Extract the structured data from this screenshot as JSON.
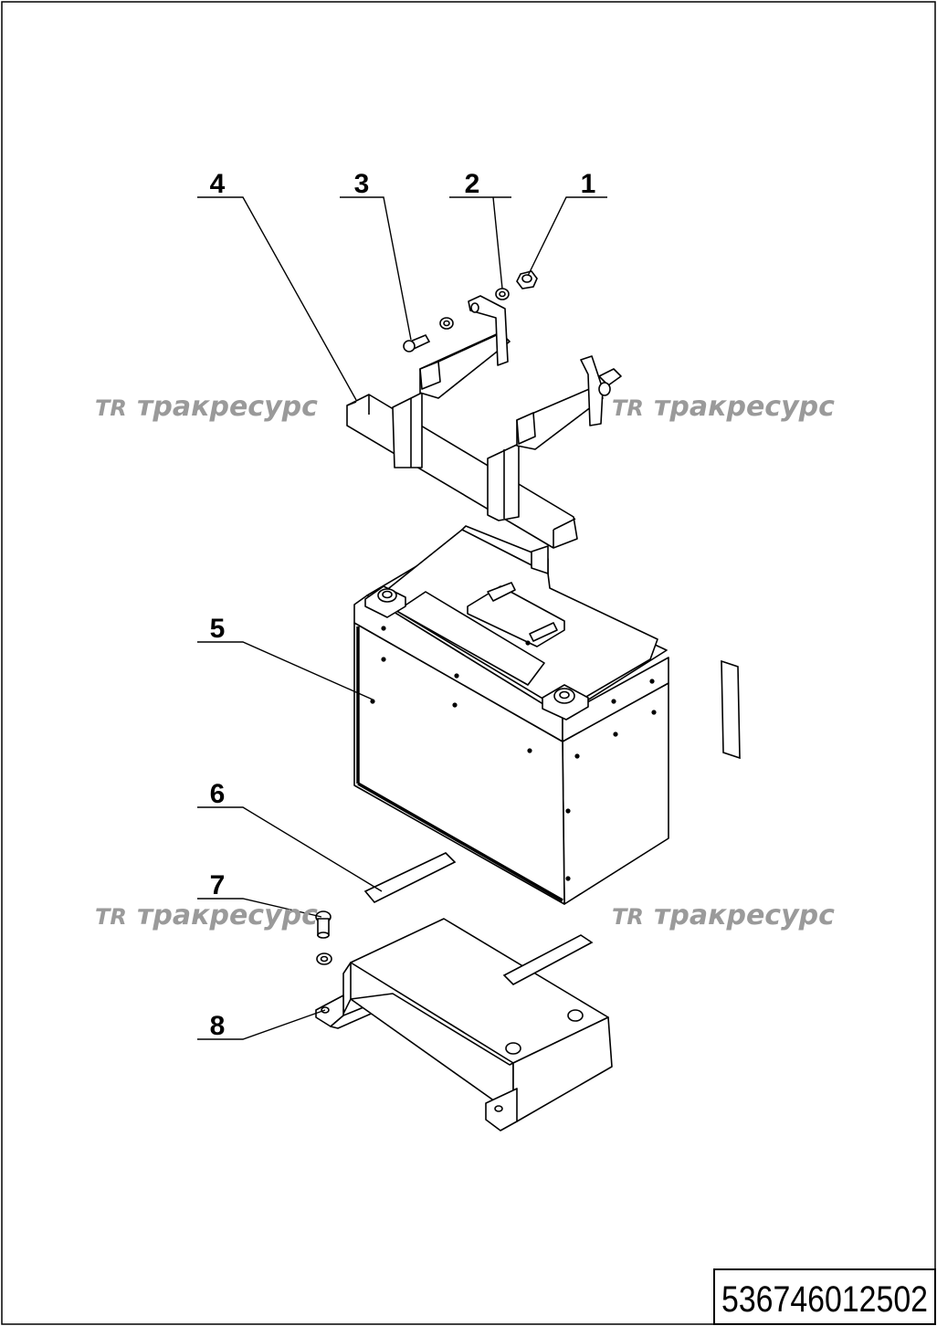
{
  "callouts": [
    {
      "label": "1"
    },
    {
      "label": "2"
    },
    {
      "label": "3"
    },
    {
      "label": "4"
    },
    {
      "label": "5"
    },
    {
      "label": "6"
    },
    {
      "label": "7"
    },
    {
      "label": "8"
    }
  ],
  "watermark": {
    "logo": "TR",
    "text": "тракресурс"
  },
  "document_number": "536746012502",
  "colors": {
    "ink": "#000000",
    "watermark": "#9a9a9a",
    "background": "#ffffff"
  }
}
